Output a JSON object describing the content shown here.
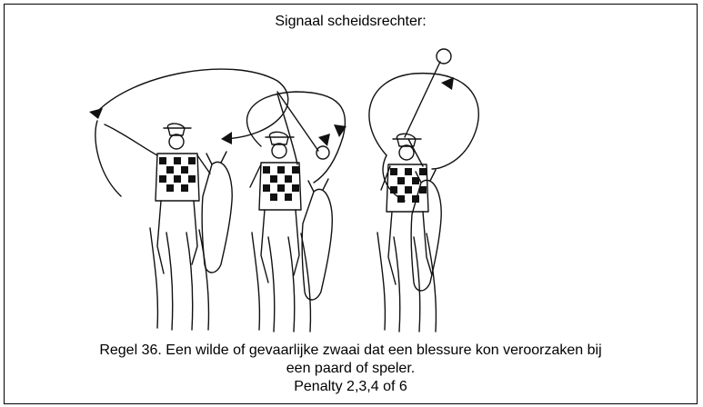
{
  "heading": "Signaal scheidsrechter:",
  "illustration": {
    "alt": "",
    "figures": 3
  },
  "caption": {
    "line1": "Regel 36. Een wilde of gevaarlijke zwaai dat een blessure kon veroorzaken bij",
    "line2": "een paard of speler.",
    "line3": "Penalty 2,3,4 of 6"
  }
}
